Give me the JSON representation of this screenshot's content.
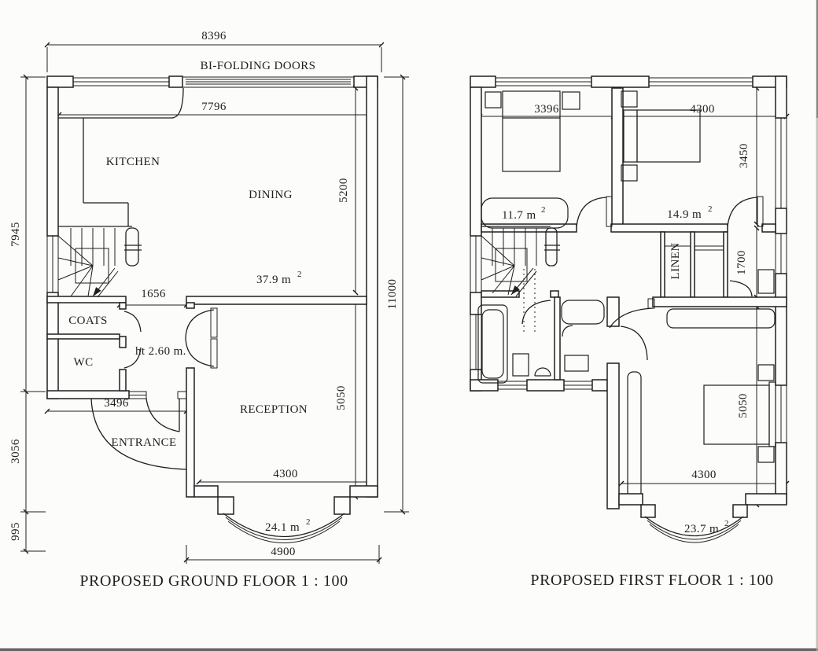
{
  "page": {
    "background": "#fcfcfb",
    "ink": "#1f1f1f"
  },
  "ground_floor": {
    "title": "PROPOSED GROUND FLOOR  1 : 100",
    "rooms": {
      "kitchen": "KITCHEN",
      "dining": "DINING",
      "reception": "RECEPTION",
      "coats": "COATS",
      "wc": "WC",
      "entrance": "ENTRANCE"
    },
    "annotations": {
      "bifolding_doors": "BI-FOLDING DOORS",
      "ceiling_height": "ht 2.60 m."
    },
    "areas": {
      "dining": {
        "value": "37.9 m",
        "sup": "2"
      },
      "reception": {
        "value": "24.1 m",
        "sup": "2"
      }
    },
    "dimensions": {
      "overall_width": "8396",
      "internal_width": "7796",
      "dining_depth": "5200",
      "upper_height": "7945",
      "total_height": "11000",
      "stair_opening": "1656",
      "hall_width": "3496",
      "entrance_depth": "3056",
      "bay_depth": "995",
      "reception_depth": "5050",
      "reception_width": "4300",
      "bay_width": "4900"
    }
  },
  "first_floor": {
    "title": "PROPOSED FIRST FLOOR  1 : 100",
    "rooms": {
      "linen": "LINEN"
    },
    "areas": {
      "bedroom1": {
        "value": "11.7 m",
        "sup": "2"
      },
      "bedroom2": {
        "value": "14.9 m",
        "sup": "2"
      },
      "master": {
        "value": "23.7 m",
        "sup": "2"
      }
    },
    "dimensions": {
      "bedroom1_width": "3396",
      "bedroom2_width": "4300",
      "bedroom2_depth": "3450",
      "landing_depth": "1700",
      "master_depth": "5050",
      "master_width": "4300"
    }
  }
}
